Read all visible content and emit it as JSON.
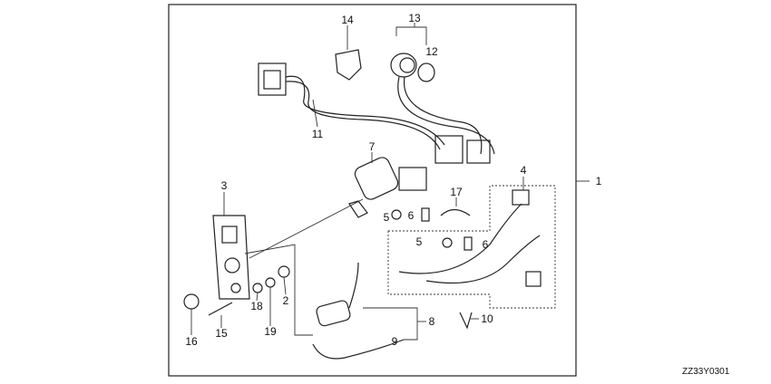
{
  "diagram_code": "ZZ33Y0301",
  "callouts": [
    {
      "id": "c1",
      "text": "1"
    },
    {
      "id": "c2",
      "text": "2"
    },
    {
      "id": "c3",
      "text": "3"
    },
    {
      "id": "c4",
      "text": "4"
    },
    {
      "id": "c5a",
      "text": "5"
    },
    {
      "id": "c5b",
      "text": "5"
    },
    {
      "id": "c6a",
      "text": "6"
    },
    {
      "id": "c6b",
      "text": "6"
    },
    {
      "id": "c7",
      "text": "7"
    },
    {
      "id": "c8",
      "text": "8"
    },
    {
      "id": "c9",
      "text": "9"
    },
    {
      "id": "c10",
      "text": "10"
    },
    {
      "id": "c11",
      "text": "11"
    },
    {
      "id": "c12",
      "text": "12"
    },
    {
      "id": "c13",
      "text": "13"
    },
    {
      "id": "c14",
      "text": "14"
    },
    {
      "id": "c15",
      "text": "15"
    },
    {
      "id": "c16",
      "text": "16"
    },
    {
      "id": "c17",
      "text": "17"
    },
    {
      "id": "c18",
      "text": "18"
    },
    {
      "id": "c19",
      "text": "19"
    }
  ]
}
